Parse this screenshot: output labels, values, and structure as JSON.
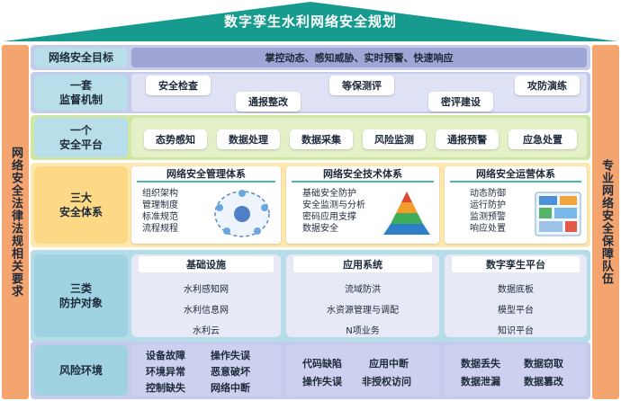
{
  "title": "数字孪生水利网络安全规划",
  "left_pillar": "网络安全法律法规相关要求",
  "right_pillar": "专业网络安全保障队伍",
  "goal": {
    "label": "网络安全目标",
    "text": "掌控动态、感知威胁、实时预警、快速响应"
  },
  "supervision": {
    "label_line1": "一套",
    "label_line2": "监督机制",
    "items": [
      "安全检查",
      "通报整改",
      "等保测评",
      "密评建设",
      "攻防演练"
    ]
  },
  "platform": {
    "label_line1": "一个",
    "label_line2": "安全平台",
    "items": [
      "态势感知",
      "数据处理",
      "数据采集",
      "风险监测",
      "通报预警",
      "应急处置"
    ]
  },
  "systems": {
    "label_line1": "三大",
    "label_line2": "安全体系",
    "panels": [
      {
        "title": "网络安全管理体系",
        "items": [
          "组织架构",
          "管理制度",
          "标准规范",
          "流程规程"
        ]
      },
      {
        "title": "网络安全技术体系",
        "items": [
          "基础安全防护",
          "安全监测与分析",
          "密码应用支撑",
          "数据安全"
        ]
      },
      {
        "title": "网络安全运营体系",
        "items": [
          "动态防御",
          "运行防护",
          "监测预警",
          "响应处置"
        ]
      }
    ]
  },
  "objects": {
    "label_line1": "三类",
    "label_line2": "防护对象",
    "panels": [
      {
        "title": "基础设施",
        "items": [
          "水利感知网",
          "水利信息网",
          "水利云"
        ]
      },
      {
        "title": "应用系统",
        "items": [
          "流域防洪",
          "水资源管理与调配",
          "N项业务"
        ]
      },
      {
        "title": "数字孪生平台",
        "items": [
          "数据底板",
          "模型平台",
          "知识平台"
        ]
      }
    ]
  },
  "risks": {
    "label": "风险环境",
    "panels": [
      {
        "items": [
          "设备故障",
          "操作失误",
          "环境异常",
          "恶意破坏",
          "控制缺失",
          "网络中断"
        ]
      },
      {
        "items": [
          "代码缺陷",
          "应用中断",
          "操作失误",
          "非授权访问"
        ]
      },
      {
        "items": [
          "数据丢失",
          "数据窃取",
          "数据泄漏",
          "数据篡改"
        ]
      }
    ]
  },
  "colors": {
    "roof": "#179b8e",
    "pillar": "#f4a46f",
    "goal_band": "#c6cbe9",
    "goal_bar": "#9ea6d6",
    "supervision_band": "#c5cbea",
    "platform_band": "#cfe6a4",
    "systems_band": "#fde8ae",
    "objects_band": "#b5dde8",
    "risk_band": "#c5cbea"
  },
  "icons": {
    "management": "management-cycle-icon",
    "technology": "security-pyramid-icon",
    "operation": "operation-dashboard-icon"
  }
}
